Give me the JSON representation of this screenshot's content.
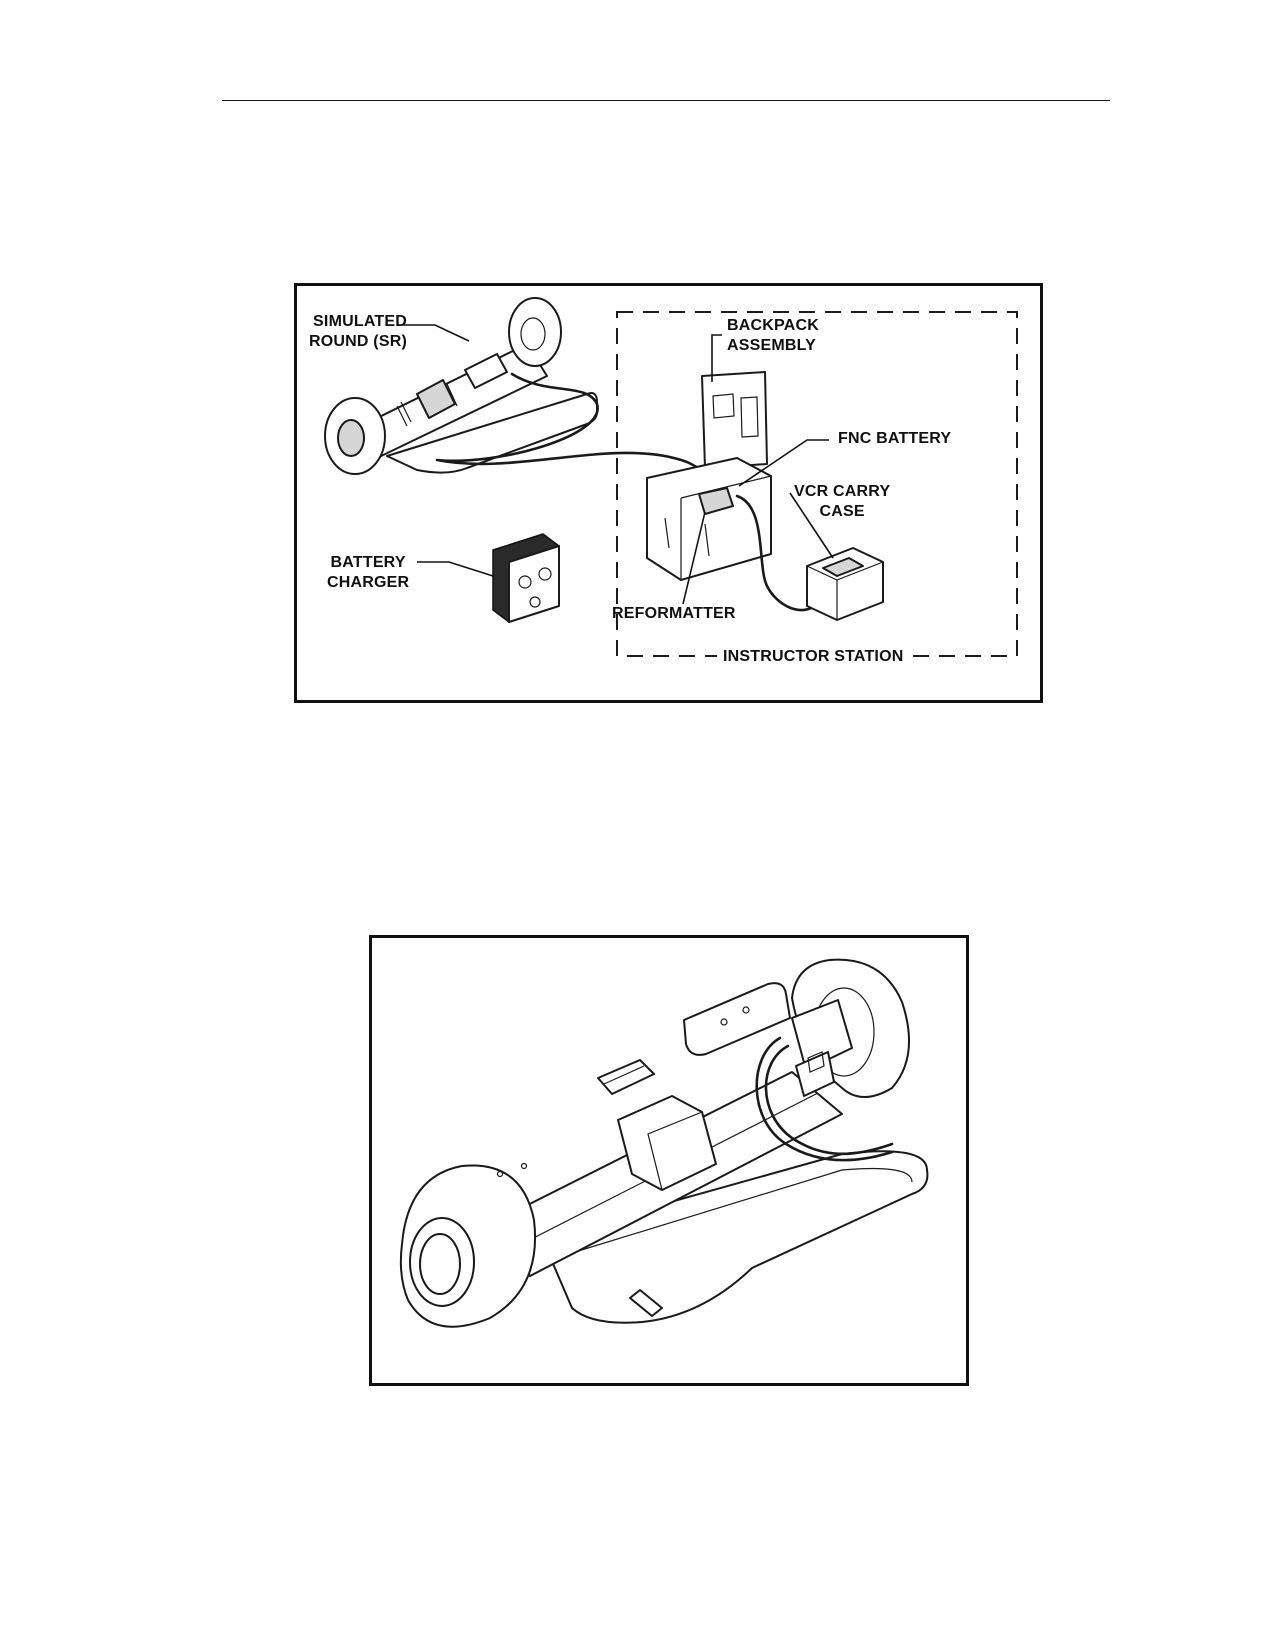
{
  "figure1": {
    "labels": {
      "simulated_round": [
        "SIMULATED",
        "ROUND (SR)"
      ],
      "backpack_assembly": [
        "BACKPACK",
        "ASSEMBLY"
      ],
      "fnc_battery": "FNC BATTERY",
      "vcr_carry_case": [
        "VCR CARRY",
        "CASE"
      ],
      "battery_charger": [
        "BATTERY",
        "CHARGER"
      ],
      "reformatter": "REFORMATTER",
      "instructor_station": "INSTRUCTOR STATION"
    }
  }
}
